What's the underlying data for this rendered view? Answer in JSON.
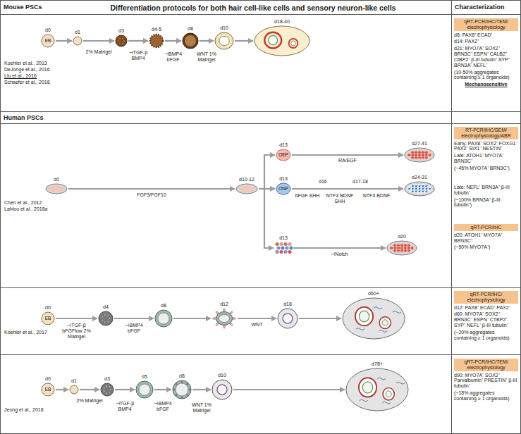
{
  "diagram": {
    "title": "Differentiation protocols for both hair cell-like cells and sensory neuron-like cells",
    "nodes": [
      {
        "text": [
          "d0",
          "EB"
        ]
      },
      {
        "text": [
          "d1"
        ]
      },
      {
        "text": [
          "d3"
        ]
      },
      {
        "text": [
          "d4-5"
        ]
      },
      {
        "text": [
          "d8"
        ]
      },
      {
        "text": [
          "d10"
        ]
      },
      {
        "text": [
          "d18-40"
        ]
      },
      {
        "text": [
          "qRT-PCR/IHC/TEM/ electrophysiology"
        ]
      },
      {
        "text": [
          "d0"
        ]
      },
      {
        "text": [
          "d10-12"
        ]
      },
      {
        "text": [
          "d13",
          "OEP"
        ]
      },
      {
        "text": [
          "d27-41"
        ]
      },
      {
        "text": [
          "d13",
          "ONP"
        ]
      },
      {
        "text": [
          "d24-31"
        ]
      },
      {
        "text": [
          "d13"
        ]
      },
      {
        "text": [
          "d20"
        ]
      },
      {
        "text": [
          "RT-PCR/IHC/SEM/ electrophysiology/ABR"
        ]
      },
      {
        "text": [
          "qRT-PCR/IHC"
        ]
      },
      {
        "text": [
          "d0",
          "EB"
        ]
      },
      {
        "text": [
          "d4"
        ]
      },
      {
        "text": [
          "d8"
        ]
      },
      {
        "text": [
          "d12"
        ]
      },
      {
        "text": [
          "d18"
        ]
      },
      {
        "text": [
          "d60+"
        ]
      },
      {
        "text": [
          "qRT-PCR/IHC/ electrophysiology"
        ]
      },
      {
        "text": [
          "d0",
          "EB"
        ]
      },
      {
        "text": [
          "d1"
        ]
      },
      {
        "text": [
          "d3"
        ]
      },
      {
        "text": [
          "d5"
        ]
      },
      {
        "text": [
          "d8"
        ]
      },
      {
        "text": [
          "d10"
        ]
      },
      {
        "text": [
          "d78+"
        ]
      },
      {
        "text": [
          "qRT-PCR/IHC/TEM/ electrophysiology"
        ]
      }
    ],
    "edges": [
      {
        "from": 0,
        "to": 1,
        "arrow": "to"
      },
      {
        "from": 1,
        "to": 2,
        "label": "2% Matrigel",
        "arrow": "to"
      },
      {
        "from": 2,
        "to": 3,
        "label": "⊣TGF-β BMP4",
        "arrow": "to"
      },
      {
        "from": 3,
        "to": 4,
        "label": "⊣BMP4 bFGF",
        "arrow": "to"
      },
      {
        "from": 4,
        "to": 5,
        "label": "WNT 1% Matrigel",
        "arrow": "to"
      },
      {
        "from": 5,
        "to": 6,
        "arrow": "to"
      },
      {
        "from": 8,
        "to": 9,
        "label": "FGF3/FGF10",
        "arrow": "to"
      },
      {
        "from": 9,
        "to": 10,
        "arrow": "to"
      },
      {
        "from": 9,
        "to": 12,
        "arrow": "to"
      },
      {
        "from": 9,
        "to": 14,
        "arrow": "to"
      },
      {
        "from": 10,
        "to": 11,
        "label": "RA/EGF",
        "arrow": "to"
      },
      {
        "from": 12,
        "to": 13,
        "arrow": "to"
      },
      {
        "from": 14,
        "to": 15,
        "label": "⊣Notch",
        "arrow": "to"
      },
      {
        "from": 18,
        "to": 19,
        "label": "⊣TGF-β bFGFlow 2% Matrigel",
        "arrow": "to"
      },
      {
        "from": 19,
        "to": 20,
        "label": "⊣BMP4 bFGF",
        "arrow": "to"
      },
      {
        "from": 20,
        "to": 21,
        "arrow": "to"
      },
      {
        "from": 21,
        "to": 22,
        "label": "WNT",
        "arrow": "to"
      },
      {
        "from": 22,
        "to": 23,
        "arrow": "to"
      },
      {
        "from": 25,
        "to": 26,
        "arrow": "to"
      },
      {
        "from": 26,
        "to": 27,
        "label": "2% Matrigel",
        "arrow": "to"
      },
      {
        "from": 27,
        "to": 28,
        "label": "⊣TGF-β BMP4",
        "arrow": "to"
      },
      {
        "from": 28,
        "to": 29,
        "label": "⊣BMP4 bFGF",
        "arrow": "to"
      },
      {
        "from": 29,
        "to": 30,
        "label": "WNT 1% Matrigel",
        "arrow": "to"
      },
      {
        "from": 30,
        "to": 31,
        "arrow": "to"
      }
    ],
    "labels": [
      "Mouse PSCs",
      "Characterization",
      "Koehler et al., 2013",
      "DeJonge et al., 2016",
      "Liu et al., 2016",
      "Schaefer et al., 2018",
      "d8: PAX8⁺ ECAD⁺",
      "d14: PAX2⁺",
      "d21: MYO7A⁺ SOX2⁺ BRN3C⁺ ESPN⁺ CALB2⁺ CtBP2⁺ β-III tubulin⁺ SYP⁺ BRN3A⁺ NEFL⁺",
      "(10-50% aggregates containing ≥ 1 organoids)",
      "Mechanosensitive",
      "Human PSCs",
      "Chen et al., 2012",
      "Lahlou et al., 2018a",
      "Early: PAX8⁺ SOX2⁺ FOXG1⁺ PAX2⁺ SIX1⁺ NESTIN⁺",
      "Late: ATOH1⁺ MYO7A⁺ BRN3C⁺",
      "(~45% MYO7A⁺ BRN3C⁺)",
      "bFGF SHH",
      "d16",
      "NTF3 BDNF SHH",
      "d17-18",
      "NTF3 BDNF",
      "Late: NEFL⁺ BRN3A⁺ β-III tubulin⁺",
      "(~100% BRN3A⁺ β-III tubulin⁺)",
      "d20: ATOH1⁺ MYO7A⁺ BRN3C⁺",
      "(~50% MYO7A⁺)",
      "Koehler et al., 2017",
      "d12: PAX8⁺ ECAD⁺ PAX2⁺",
      "d60: MYO7A⁺ SOX2⁺ BRN3C⁺ ESPN⁺ CTBP2⁺ SYP⁺ NEFL⁺ β-III tubulin⁺",
      "(~20% aggregates containing ≥ 1 organoids)",
      "Jeong et al., 2018",
      "d90: MYO7A⁺ SOX2⁺ Parvalbumin⁺ PRESTIN⁺ β-III tubulin⁺",
      "(~18% aggregates containing ≥ 1 organoids)"
    ]
  }
}
